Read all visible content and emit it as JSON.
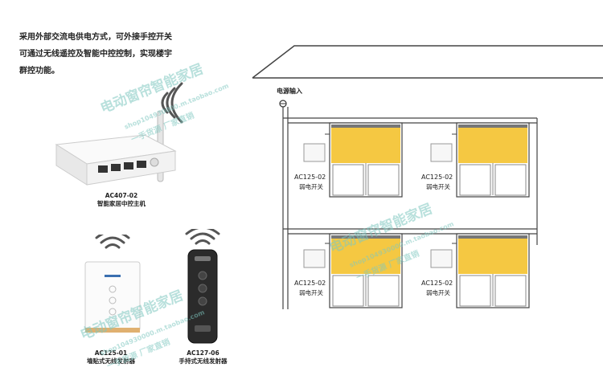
{
  "intro": {
    "line1": "采用外部交流电供电方式，可外接手控开关",
    "line2": "可通过无线遥控及智能中控控制，实现楼宇",
    "line3": "群控功能。"
  },
  "devices": {
    "router": {
      "model": "AC407-02",
      "name": "智能家居中控主机"
    },
    "wall_panel": {
      "model": "AC125-01",
      "name": "墙贴式无线发射器"
    },
    "handheld": {
      "model": "AC127-06",
      "name": "手持式无线发射器"
    }
  },
  "schematic": {
    "power_label": "电源输入",
    "units": [
      {
        "model": "AC125-02",
        "name": "弱电开关"
      },
      {
        "model": "AC125-02",
        "name": "弱电开关"
      },
      {
        "model": "AC125-02",
        "name": "弱电开关"
      },
      {
        "model": "AC125-02",
        "name": "弱电开关"
      }
    ]
  },
  "watermark": {
    "brand": "电动窗帘智能家居",
    "url": "shop104930000.m.taobao.com",
    "slogan": "一手货源 厂家直销"
  },
  "colors": {
    "blind": "#f5c842",
    "wire": "#444444",
    "watermark": "#7fc8c0"
  }
}
